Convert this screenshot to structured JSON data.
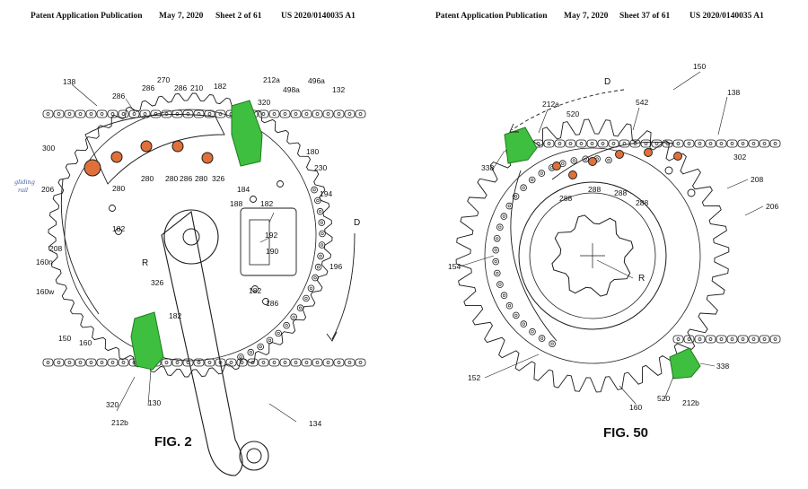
{
  "header_left": {
    "publication": "Patent Application Publication",
    "date": "May 7, 2020",
    "sheet": "Sheet 2 of 61",
    "number": "US 2020/0140035 A1"
  },
  "header_right": {
    "publication": "Patent Application Publication",
    "date": "May 7, 2020",
    "sheet": "Sheet 37 of 61",
    "number": "US 2020/0140035 A1"
  },
  "fig_left": {
    "caption": "FIG. 2",
    "handwritten_note": [
      "gliding",
      "rail"
    ],
    "labels": [
      "138",
      "286",
      "286",
      "270",
      "286",
      "210",
      "182",
      "212a",
      "498a",
      "496a",
      "132",
      "320",
      "180",
      "230",
      "300",
      "280",
      "280",
      "280",
      "286",
      "280",
      "326",
      "206",
      "184",
      "194",
      "182",
      "188",
      "192",
      "190",
      "182",
      "D",
      "208",
      "R",
      "160n",
      "196",
      "160w",
      "182",
      "186",
      "326",
      "182",
      "150",
      "160",
      "320",
      "212b",
      "130",
      "134"
    ]
  },
  "fig_right": {
    "caption": "FIG. 50",
    "labels": [
      "150",
      "D",
      "212a",
      "520",
      "542",
      "138",
      "338",
      "302",
      "208",
      "288",
      "288",
      "288",
      "288",
      "206",
      "154",
      "R",
      "152",
      "160",
      "520",
      "338",
      "212b"
    ]
  },
  "colors": {
    "guide": "#3fbf3f",
    "guide_dark": "#1f7a1f",
    "rivet": "#e0703a",
    "line": "#1a1a1a",
    "note": "#3a5aa8"
  }
}
